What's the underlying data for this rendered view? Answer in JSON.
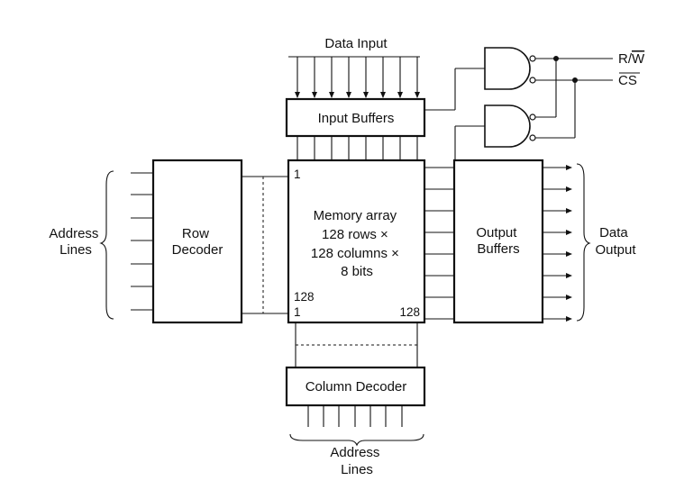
{
  "labels": {
    "data_input": "Data Input",
    "input_buffers": "Input Buffers",
    "rw_r": "R/",
    "rw_w": "W",
    "cs": "CS",
    "address_lines_left": [
      "Address",
      "Lines"
    ],
    "row_decoder": [
      "Row",
      "Decoder"
    ],
    "memory_array": [
      "Memory array",
      "128 rows ×",
      "128 columns ×",
      "8 bits"
    ],
    "row_index_top": "1",
    "row_index_bottom": "128",
    "col_index_left": "1",
    "col_index_right": "128",
    "output_buffers": [
      "Output",
      "Buffers"
    ],
    "data_output": [
      "Data",
      "Output"
    ],
    "column_decoder": "Column Decoder",
    "address_lines_bottom": [
      "Address",
      "Lines"
    ]
  }
}
